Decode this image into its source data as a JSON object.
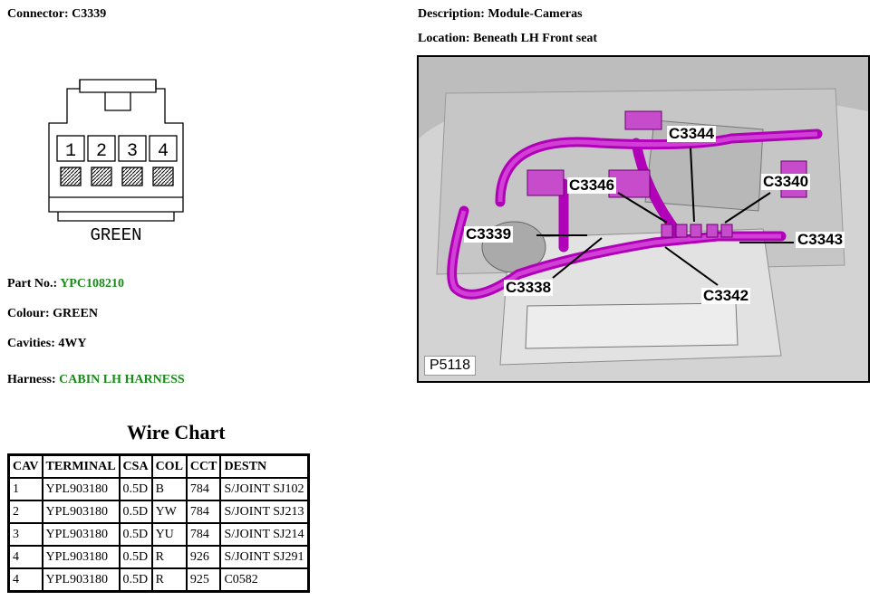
{
  "header": {
    "connector_label": "Connector:",
    "connector_value": "C3339",
    "description_label": "Description:",
    "description_value": "Module-Cameras",
    "location_label": "Location:",
    "location_value": "Beneath LH Front seat"
  },
  "connector_diagram": {
    "pins": [
      "1",
      "2",
      "3",
      "4"
    ],
    "colour_text": "GREEN"
  },
  "details": {
    "part_label": "Part No.:",
    "part_value": "YPC108210",
    "colour_label": "Colour:",
    "colour_value": "GREEN",
    "cavities_label": "Cavities:",
    "cavities_value": "4WY",
    "harness_label": "Harness:",
    "harness_value": "CABIN LH HARNESS",
    "accent_color": "#1a8a1a"
  },
  "photo": {
    "reference": "P5118",
    "callouts": [
      "C3344",
      "C3346",
      "C3340",
      "C3339",
      "C3343",
      "C3338",
      "C3342"
    ]
  },
  "wire_chart": {
    "title": "Wire Chart",
    "columns": [
      "CAV",
      "TERMINAL",
      "CSA",
      "COL",
      "CCT",
      "DESTN"
    ],
    "rows": [
      [
        "1",
        "YPL903180",
        "0.5D",
        "B",
        "784",
        "S/JOINT SJ102"
      ],
      [
        "2",
        "YPL903180",
        "0.5D",
        "YW",
        "784",
        "S/JOINT SJ213"
      ],
      [
        "3",
        "YPL903180",
        "0.5D",
        "YU",
        "784",
        "S/JOINT SJ214"
      ],
      [
        "4",
        "YPL903180",
        "0.5D",
        "R",
        "926",
        "S/JOINT SJ291"
      ],
      [
        "4",
        "YPL903180",
        "0.5D",
        "R",
        "925",
        "C0582"
      ]
    ]
  }
}
